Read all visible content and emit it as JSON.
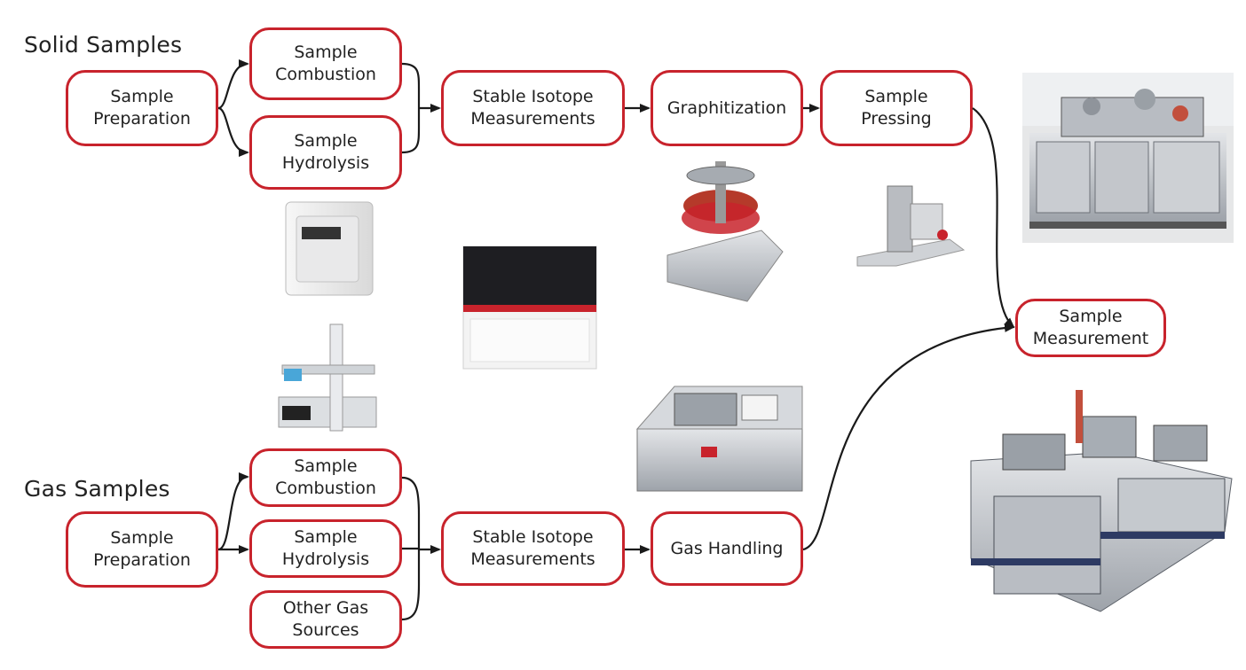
{
  "solid": {
    "title": "Solid Samples",
    "prep": "Sample\nPreparation",
    "combustion": "Sample\nCombustion",
    "hydrolysis": "Sample\nHydrolysis",
    "isotope": "Stable Isotope\nMeasurements",
    "graphitization": "Graphitization",
    "pressing": "Sample\nPressing"
  },
  "measurement": "Sample\nMeasurement",
  "gas": {
    "title": "Gas Samples",
    "prep": "Sample\nPreparation",
    "combustion": "Sample\nCombustion",
    "hydrolysis": "Sample\nHydrolysis",
    "other": "Other Gas\nSources",
    "isotope": "Stable Isotope\nMeasurements",
    "handling": "Gas Handling"
  },
  "colors": {
    "box_border": "#c8232c",
    "arrow": "#1a1a1a",
    "accent_red": "#c8232c"
  },
  "photos": [
    "elemental-analyzer-photo",
    "isotope-ratio-spectrometer-photo",
    "autosampler-robot-photo",
    "graphitization-system-photo",
    "sample-press-photo",
    "gas-handling-system-photo",
    "ams-system-photo-top",
    "ams-system-photo-bottom"
  ]
}
